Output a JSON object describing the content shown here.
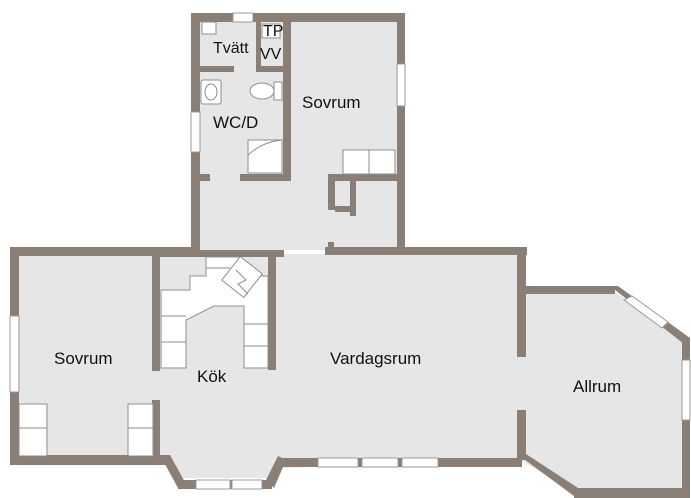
{
  "rooms": {
    "tvatt": "Tvätt",
    "tp": "TP",
    "vv": "VV",
    "wcd": "WC/D",
    "sovrum_upper": "Sovrum",
    "sovrum_left": "Sovrum",
    "kok": "Kök",
    "vardagsrum": "Vardagsrum",
    "allrum": "Allrum"
  },
  "colors": {
    "wall": "#8a7f76",
    "floor": "#e6e6e6",
    "fixture_line": "#8e8e8e"
  }
}
